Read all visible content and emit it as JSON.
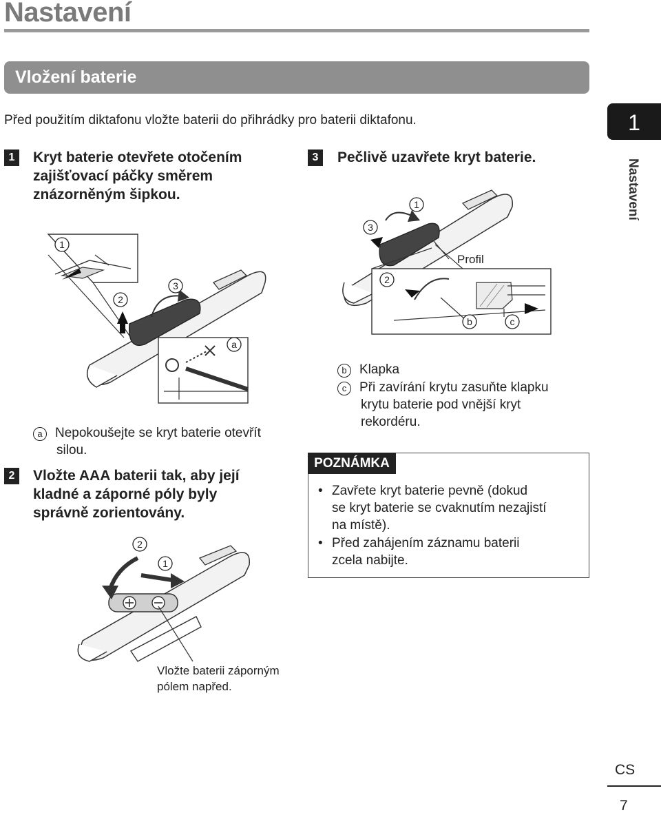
{
  "header": {
    "page_title": "Nastavení"
  },
  "section": {
    "title": "Vložení baterie",
    "intro": "Před použitím diktafonu vložte baterii do přihrádky pro baterii diktafonu."
  },
  "chapter": {
    "number": "1",
    "label": "Nastavení"
  },
  "steps": [
    {
      "num": "1",
      "lines": [
        "Kryt baterie otevřete otočením",
        "zajišťovací páčky směrem",
        "znázorněným šipkou."
      ]
    },
    {
      "num": "2",
      "lines": [
        "Vložte AAA baterii tak, aby její",
        "kladné a záporné póly byly",
        "správně zorientovány."
      ]
    },
    {
      "num": "3",
      "lines": [
        "Pečlivě uzavřete kryt baterie."
      ]
    }
  ],
  "figure1": {
    "callouts": [
      "1",
      "2",
      "3",
      "a"
    ],
    "caption_key": "a",
    "caption_lines": [
      "Nepokoušejte se kryt baterie otevřít",
      "silou."
    ]
  },
  "figure2": {
    "callouts": [
      "2",
      "1"
    ],
    "caption_lines": [
      "Vložte baterii záporným",
      "pólem napřed."
    ]
  },
  "figure3": {
    "callouts": [
      "1",
      "3",
      "2",
      "b",
      "c"
    ],
    "profile_label": "Profil"
  },
  "legend": [
    {
      "key": "b",
      "lines": [
        "Klapka"
      ]
    },
    {
      "key": "c",
      "lines": [
        "Při zavírání krytu zasuňte klapku",
        "krytu baterie pod vnější kryt",
        "rekordéru."
      ]
    }
  ],
  "note": {
    "label": "POZNÁMKA",
    "items": [
      {
        "lines": [
          "Zavřete kryt baterie pevně (dokud",
          "se kryt baterie se cvaknutím nezajistí",
          "na místě)."
        ]
      },
      {
        "lines": [
          "Před zahájením záznamu baterii",
          "zcela nabijte."
        ]
      }
    ]
  },
  "footer": {
    "lang": "CS",
    "page": "7"
  }
}
